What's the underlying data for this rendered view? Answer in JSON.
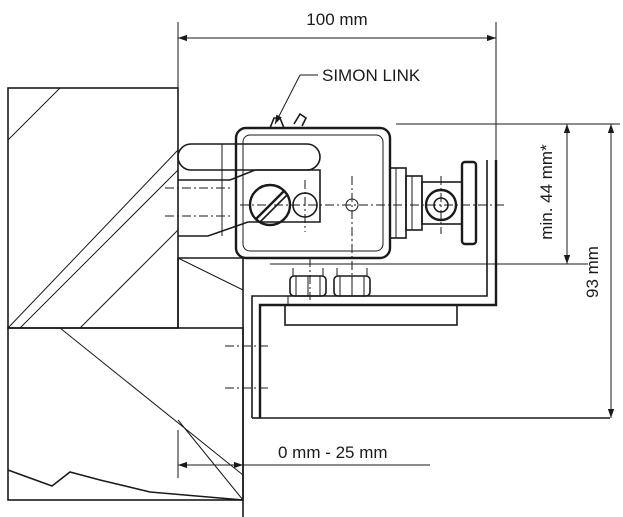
{
  "labels": {
    "width_dim": "100 mm",
    "part_name": "SIMON LINK",
    "min_dim": "min. 44 mm*",
    "height_dim": "93 mm",
    "offset_dim": "0 mm - 25 mm"
  }
}
